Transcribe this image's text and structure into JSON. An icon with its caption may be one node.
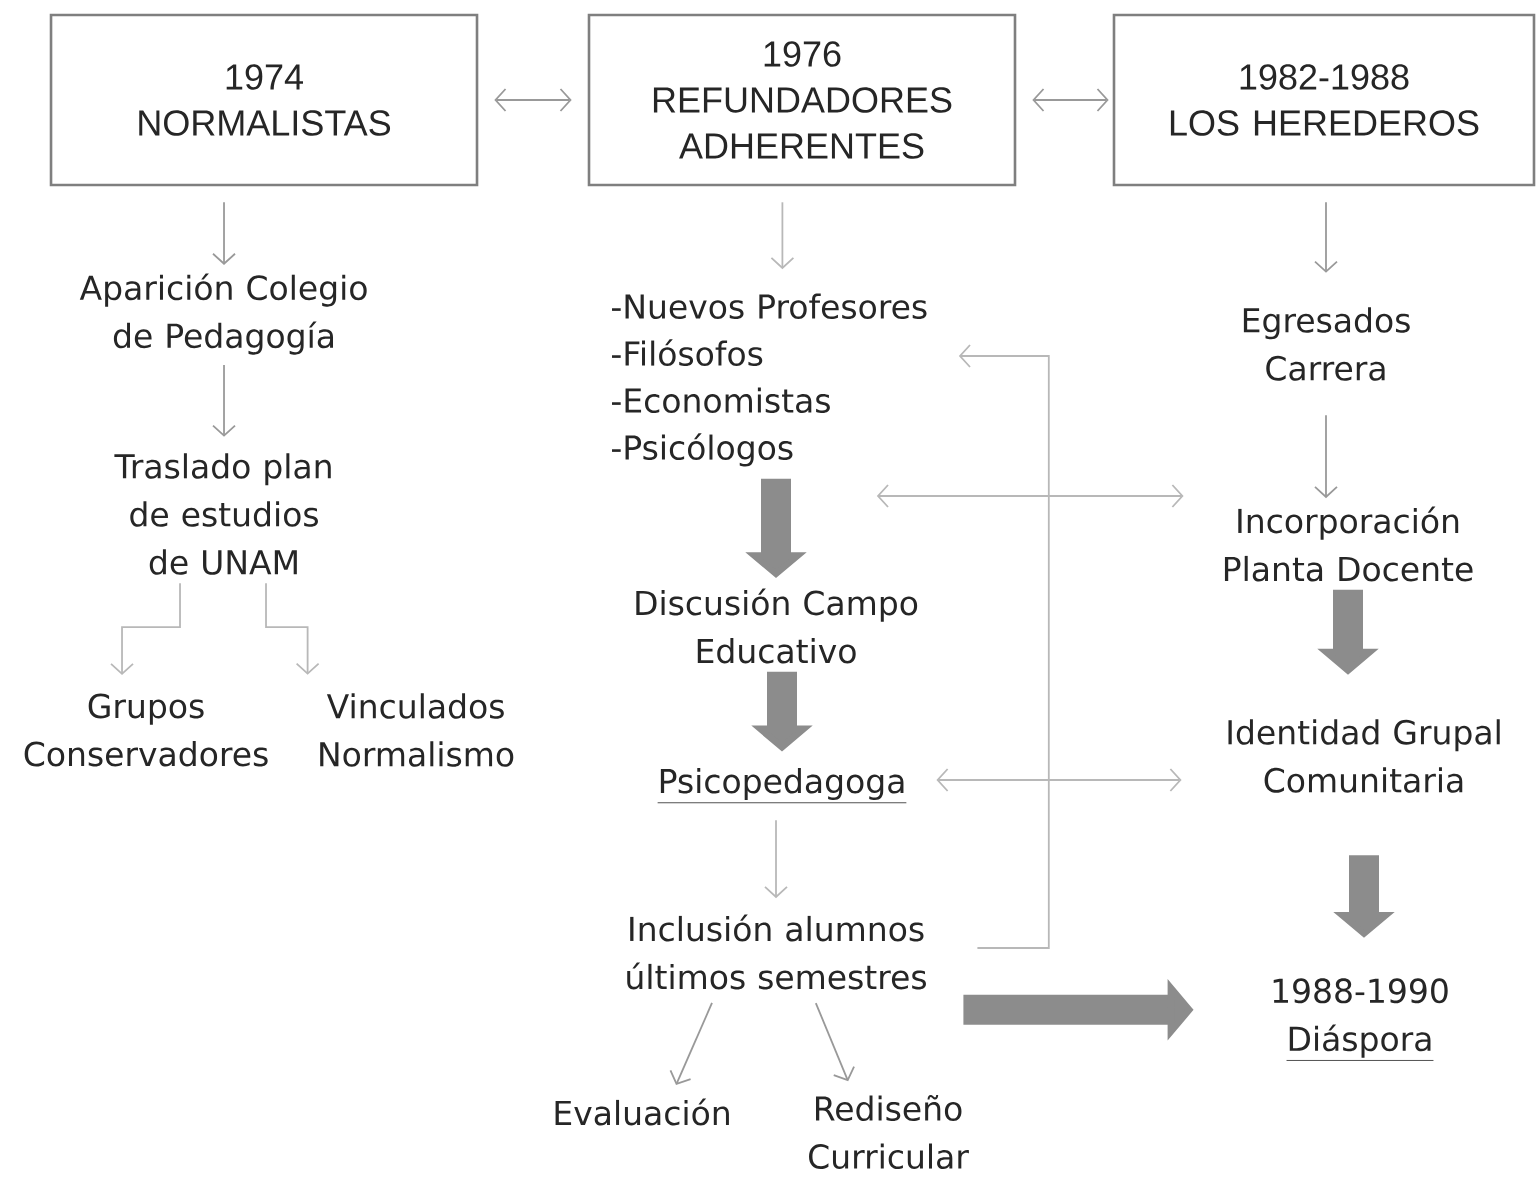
{
  "diagram": {
    "nodes": [
      {
        "text": [
          "1974",
          "NORMALISTAS"
        ]
      },
      {
        "text": [
          "1976",
          "REFUNDADORES ADHERENTES"
        ]
      },
      {
        "text": [
          "1982-1988",
          "LOS HEREDEROS"
        ]
      },
      {
        "text": [
          "Aparición Colegio de Pedagogía"
        ]
      },
      {
        "text": [
          "Traslado plan de estudios de UNAM"
        ]
      },
      {
        "text": [
          "Grupos Conservadores"
        ]
      },
      {
        "text": [
          "Vinculados Normalismo"
        ]
      },
      {
        "text": [
          "-Nuevos Profesores",
          "-Filósofos",
          "-Economistas",
          "-Psicólogos"
        ]
      },
      {
        "text": [
          "Discusión Campo Educativo"
        ]
      },
      {
        "text": [
          "Psicopedagoga"
        ]
      },
      {
        "text": [
          "Inclusión alumnos últimos semestres"
        ]
      },
      {
        "text": [
          "Evaluación"
        ]
      },
      {
        "text": [
          "Rediseño Curricular"
        ]
      },
      {
        "text": [
          "Egresados Carrera"
        ]
      },
      {
        "text": [
          "Incorporación Planta Docente"
        ]
      },
      {
        "text": [
          "Identidad Grupal Comunitaria"
        ]
      },
      {
        "text": [
          "1988-1990",
          "Diáspora"
        ]
      }
    ],
    "edges": [
      {
        "from": 0,
        "to": 1,
        "arrow": "both"
      },
      {
        "from": 1,
        "to": 2,
        "arrow": "both"
      },
      {
        "from": 0,
        "to": 3,
        "arrow": "to"
      },
      {
        "from": 3,
        "to": 4,
        "arrow": "to"
      },
      {
        "from": 4,
        "to": 5,
        "arrow": "to",
        "color": "#b8b8b8"
      },
      {
        "from": 4,
        "to": 6,
        "arrow": "to",
        "color": "#b8b8b8"
      },
      {
        "from": 1,
        "to": 7,
        "arrow": "to",
        "color": "#b8b8b8"
      },
      {
        "from": 7,
        "to": 8,
        "arrow": "to",
        "style": "thick",
        "color": "#8c8c8c"
      },
      {
        "from": 8,
        "to": 9,
        "arrow": "to",
        "style": "thick",
        "color": "#8c8c8c"
      },
      {
        "from": 9,
        "to": 10,
        "arrow": "to",
        "color": "#b8b8b8"
      },
      {
        "from": 10,
        "to": 11,
        "arrow": "to"
      },
      {
        "from": 10,
        "to": 12,
        "arrow": "to"
      },
      {
        "from": 10,
        "to": 16,
        "arrow": "to",
        "style": "thick",
        "color": "#8c8c8c"
      },
      {
        "from": 10,
        "to": 7,
        "arrow": "to",
        "color": "#b8b8b8"
      },
      {
        "from": 7,
        "to": 14,
        "arrow": "both",
        "color": "#b8b8b8"
      },
      {
        "from": 9,
        "to": 15,
        "arrow": "both",
        "color": "#b8b8b8"
      },
      {
        "from": 2,
        "to": 13,
        "arrow": "to"
      },
      {
        "from": 13,
        "to": 14,
        "arrow": "to"
      },
      {
        "from": 14,
        "to": 15,
        "arrow": "to",
        "style": "thick",
        "color": "#8c8c8c"
      },
      {
        "from": 15,
        "to": 16,
        "arrow": "to",
        "style": "thick",
        "color": "#8c8c8c"
      }
    ]
  }
}
